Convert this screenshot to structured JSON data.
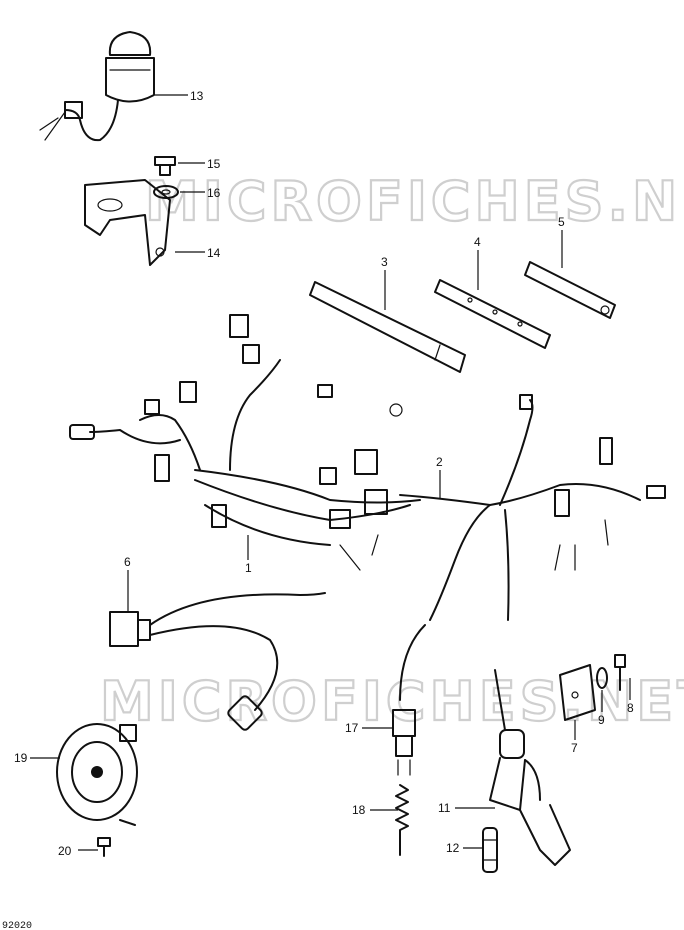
{
  "watermark": {
    "text": "MICROFICHES.NET"
  },
  "figure_code": "92020",
  "parts": [
    {
      "key": "1",
      "label": "1"
    },
    {
      "key": "2",
      "label": "2"
    },
    {
      "key": "3",
      "label": "3"
    },
    {
      "key": "4",
      "label": "4"
    },
    {
      "key": "5",
      "label": "5"
    },
    {
      "key": "6",
      "label": "6"
    },
    {
      "key": "7",
      "label": "7"
    },
    {
      "key": "8",
      "label": "8"
    },
    {
      "key": "9",
      "label": "9"
    },
    {
      "key": "11",
      "label": "11"
    },
    {
      "key": "12",
      "label": "12"
    },
    {
      "key": "13",
      "label": "13"
    },
    {
      "key": "14",
      "label": "14"
    },
    {
      "key": "15",
      "label": "15"
    },
    {
      "key": "16",
      "label": "16"
    },
    {
      "key": "17",
      "label": "17"
    },
    {
      "key": "18",
      "label": "18"
    },
    {
      "key": "19",
      "label": "19"
    },
    {
      "key": "20",
      "label": "20"
    }
  ]
}
